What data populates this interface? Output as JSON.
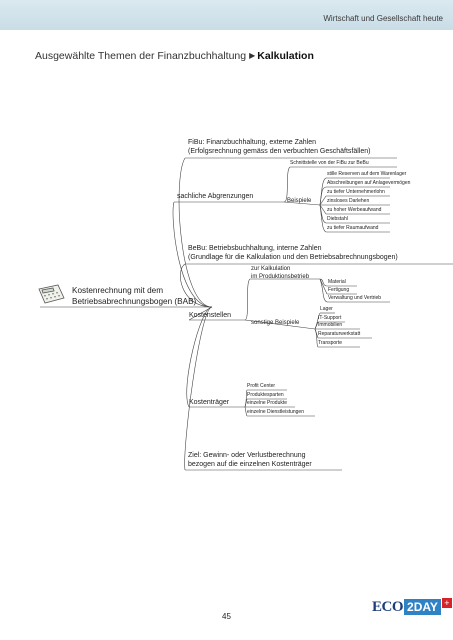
{
  "header": {
    "section": "Wirtschaft und Gesellschaft heute"
  },
  "breadcrumb": {
    "topic": "Ausgewählte Themen der Finanzbuchhaltung",
    "current": "Kalkulation"
  },
  "mindmap": {
    "root_line1": "Kostenrechnung mit dem",
    "root_line2": "Betriebsabrechnungsbogen (BAB)",
    "fibu_line1": "FiBu: Finanzbuchhaltung, externe Zahlen",
    "fibu_line2": "(Erfolgsrechnung gemäss den verbuchten Geschäftsfällen)",
    "sachliche": "sachliche Abgrenzungen",
    "schnittstelle": "Schnittstelle von der FiBu zur BeBu",
    "beispiele": "Beispiele",
    "beispiele_items": [
      "stille Reserven auf dem Warenlager",
      "Abschreibungen auf Anlagevermögen",
      "zu tiefer Unternehmerlohn",
      "zinsloses Darlehen",
      "zu hoher Werbeaufwand",
      "Diebstahl",
      "zu tiefer Raumaufwand"
    ],
    "bebu_line1": "BeBu: Betriebsbuchhaltung, interne Zahlen",
    "bebu_line2": "(Grundlage für die Kalkulation und den Betriebsabrechnungsbogen)",
    "kostenstellen": "Kostenstellen",
    "zur_kalk_line1": "zur Kalkulation",
    "zur_kalk_line2": "im Produktionsbetrieb",
    "kalk_items": [
      "Material",
      "Fertigung",
      "Verwaltung und Vertrieb"
    ],
    "sonstige": "sonstige Beispiele",
    "sonstige_items": [
      "Lager",
      "IT-Support",
      "Immobilien",
      "Reparaturwerkstatt",
      "Transporte"
    ],
    "kostentraeger": "Kostenträger",
    "traeger_items": [
      "Profit Center",
      "Produktesparten",
      "einzelne Produkte",
      "einzelne Dienstleistungen"
    ],
    "ziel_line1": "Ziel: Gewinn- oder Verlustberechnung",
    "ziel_line2": "bezogen auf die einzelnen Kostenträger"
  },
  "footer": {
    "page_number": "45",
    "logo_eco": "ECO",
    "logo_day": "2DAY",
    "logo_plus": "+"
  },
  "colors": {
    "topbar": "#c9dde7",
    "logo_blue": "#2f82c4",
    "logo_red": "#d8222a"
  },
  "icons": {
    "root": "calculator-icon",
    "heading_arrow": "triangle-right-icon"
  }
}
